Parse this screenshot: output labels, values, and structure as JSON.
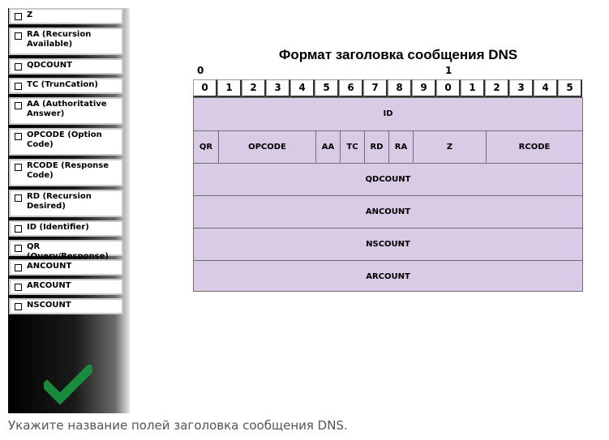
{
  "labels": [
    {
      "text": "Z"
    },
    {
      "text": "RA (Recursion Available)"
    },
    {
      "text": "QDCOUNT"
    },
    {
      "text": "TC (TrunCation)"
    },
    {
      "text": "AA (Authoritative Answer)"
    },
    {
      "text": "OPCODE (Option Code)"
    },
    {
      "text": "RCODE (Response Code)"
    },
    {
      "text": "RD (Recursion Desired)"
    },
    {
      "text": "ID (Identifier)"
    },
    {
      "text": "QR (Query/Response)"
    },
    {
      "text": "ANCOUNT"
    },
    {
      "text": "ARCOUNT"
    },
    {
      "text": "NSCOUNT"
    }
  ],
  "check_icon": "checkmark-icon",
  "check_color": "#1a8a3c",
  "title": "Формат заголовка сообщения DNS",
  "markers": {
    "zero": "0",
    "one": "1"
  },
  "bits": [
    "0",
    "1",
    "2",
    "3",
    "4",
    "5",
    "6",
    "7",
    "8",
    "9",
    "0",
    "1",
    "2",
    "3",
    "4",
    "5"
  ],
  "rows": {
    "id": "ID",
    "flags": {
      "qr": "QR",
      "opcode": "OPCODE",
      "aa": "AA",
      "tc": "TC",
      "rd": "RD",
      "ra": "RA",
      "z": "Z",
      "rcode": "RCODE"
    },
    "qdcount": "QDCOUNT",
    "ancount": "ANCOUNT",
    "nscount": "NSCOUNT",
    "arcount": "ARCOUNT"
  },
  "instruction": "Укажите название полей заголовка сообщения DNS."
}
